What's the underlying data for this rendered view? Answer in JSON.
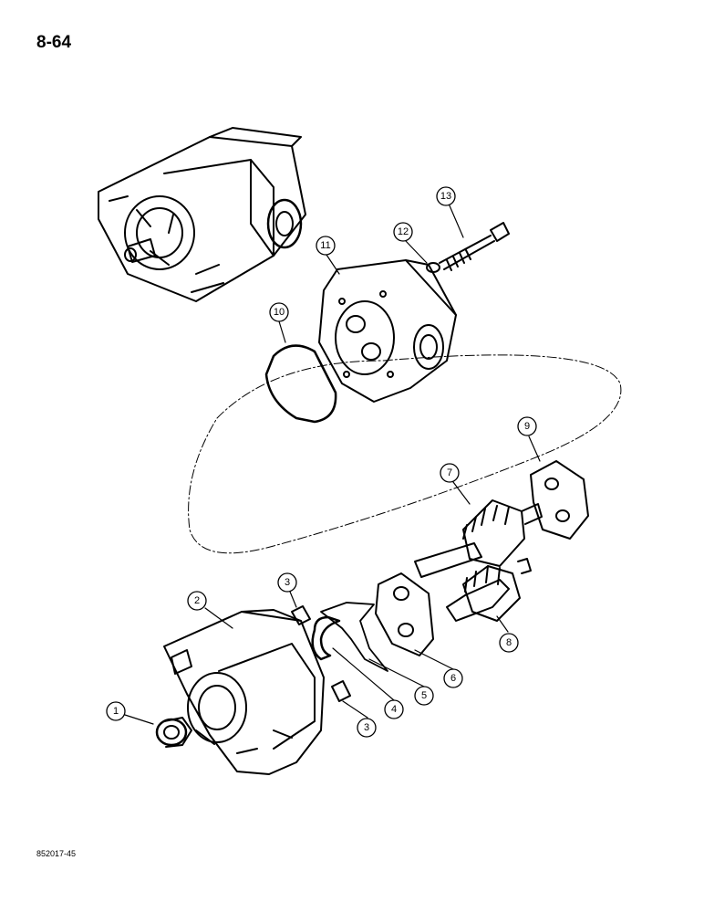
{
  "page": {
    "number": "8-64",
    "figure_code": "852017-45"
  },
  "callouts": [
    {
      "id": "c1",
      "label": "1"
    },
    {
      "id": "c2",
      "label": "2"
    },
    {
      "id": "c3a",
      "label": "3"
    },
    {
      "id": "c3b",
      "label": "3"
    },
    {
      "id": "c4",
      "label": "4"
    },
    {
      "id": "c5",
      "label": "5"
    },
    {
      "id": "c6",
      "label": "6"
    },
    {
      "id": "c7",
      "label": "7"
    },
    {
      "id": "c8",
      "label": "8"
    },
    {
      "id": "c9",
      "label": "9"
    },
    {
      "id": "c10",
      "label": "10"
    },
    {
      "id": "c11",
      "label": "11"
    },
    {
      "id": "c12",
      "label": "12"
    },
    {
      "id": "c13",
      "label": "13"
    }
  ]
}
